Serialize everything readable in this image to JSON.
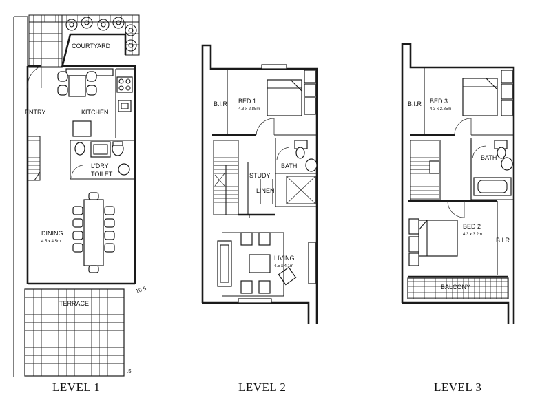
{
  "levels": [
    {
      "title": "LEVEL 1",
      "rooms": {
        "courtyard": "COURTYARD",
        "entry": "ENTRY",
        "kitchen": "KITCHEN",
        "ldry": "L'DRY",
        "toilet": "TOILET",
        "dining": "DINING",
        "dining_dim": "4.5 x 4.5m",
        "terrace": "TERRACE"
      },
      "notes": {
        "n1": "10.5",
        "n2": ".5"
      }
    },
    {
      "title": "LEVEL 2",
      "rooms": {
        "bir": "B.I.R",
        "bed1": "BED 1",
        "bed1_dim": "4.3 x 2.85m",
        "bath": "BATH",
        "study": "STUDY",
        "linen": "LINEN",
        "living": "LIVING",
        "living_dim": "4.5 x 4.1m"
      }
    },
    {
      "title": "LEVEL 3",
      "rooms": {
        "bir_top": "B.I.R",
        "bed3": "BED 3",
        "bed3_dim": "4.3 x 2.85m",
        "bath": "BATH",
        "bed2": "BED 2",
        "bed2_dim": "4.3 x 3.2m",
        "bir_right": "B.I.R",
        "balcony": "BALCONY"
      }
    }
  ]
}
